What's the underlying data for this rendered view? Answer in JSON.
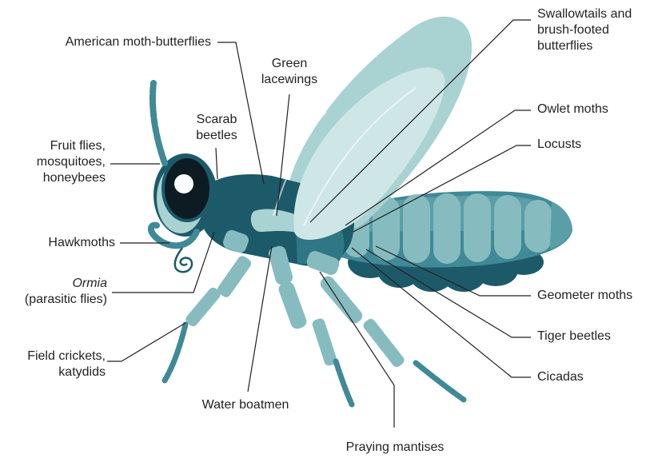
{
  "colors": {
    "dark_teal": "#1d5a69",
    "mid_teal": "#3f8a96",
    "light_teal": "#86bcbf",
    "pale_teal": "#c8e2e2",
    "wing": "#a9d2d3",
    "eye": "#0c1c22",
    "leader_line": "#231f20"
  },
  "labels": {
    "american_moth_butterflies": "American moth-butterflies",
    "green_lacewings": [
      "Green",
      "lacewings"
    ],
    "swallowtails": [
      "Swallowtails and",
      "brush-footed",
      "butterflies"
    ],
    "scarab_beetles": [
      "Scarab",
      "beetles"
    ],
    "fruit_flies": [
      "Fruit flies,",
      "mosquitoes,",
      "honeybees"
    ],
    "owlet_moths": "Owlet moths",
    "locusts": "Locusts",
    "hawkmoths": "Hawkmoths",
    "ormia_italic": "Ormia",
    "ormia_rest": "(parasitic flies)",
    "geometer_moths": "Geometer moths",
    "tiger_beetles": "Tiger beetles",
    "field_crickets": [
      "Field crickets,",
      "katydids"
    ],
    "cicadas": "Cicadas",
    "water_boatmen": "Water boatmen",
    "praying_mantises": "Praying mantises"
  }
}
